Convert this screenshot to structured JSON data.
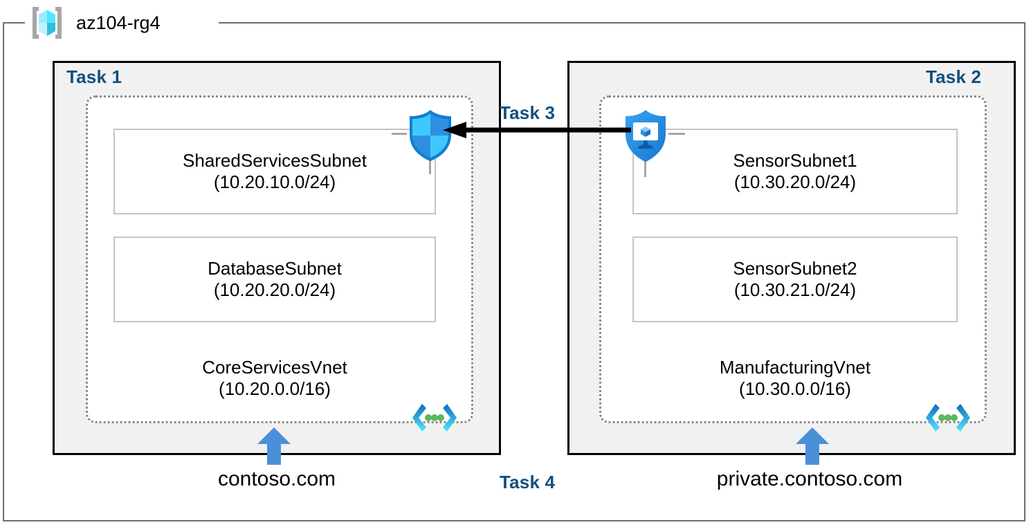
{
  "resource_group": {
    "name": "az104-rg4",
    "icon": "resource-group-cube-icon"
  },
  "panels": [
    {
      "id": "task1",
      "label": "Task 1",
      "label_align": "left",
      "vnet": {
        "name": "CoreServicesVnet",
        "cidr": "(10.20.0.0/16)",
        "icon": "virtual-network-icon"
      },
      "subnets": [
        {
          "name": "SharedServicesSubnet",
          "cidr": "(10.20.10.0/24)"
        },
        {
          "name": "DatabaseSubnet",
          "cidr": "(10.20.20.0/24)"
        }
      ],
      "dns_zone": "contoso.com"
    },
    {
      "id": "task2",
      "label": "Task 2",
      "label_align": "right",
      "vnet": {
        "name": "ManufacturingVnet",
        "cidr": "(10.30.0.0/16)",
        "icon": "virtual-network-icon"
      },
      "subnets": [
        {
          "name": "SensorSubnet1",
          "cidr": "(10.30.20.0/24)"
        },
        {
          "name": "SensorSubnet2",
          "cidr": "(10.30.21.0/24)"
        }
      ],
      "dns_zone": "private.contoso.com"
    }
  ],
  "connection": {
    "label": "Task 3",
    "direction": "right-to-left",
    "source_icon": "bastion-shield-vm-icon",
    "target_icon": "firewall-shield-icon"
  },
  "dns_task": {
    "label": "Task 4"
  },
  "colors": {
    "task_label": "#11507f",
    "panel_fill": "#f1f1f1",
    "panel_border": "#000000",
    "vnet_border": "#8a8a8a",
    "subnet_border": "#c4c4c4",
    "arrow_blue": "#4a90d9",
    "connector_black": "#000000",
    "icon_cyan": "#50e6ff",
    "icon_blue": "#0078d4",
    "icon_green": "#5cb85c",
    "frame_gray": "#6e6e6e"
  }
}
